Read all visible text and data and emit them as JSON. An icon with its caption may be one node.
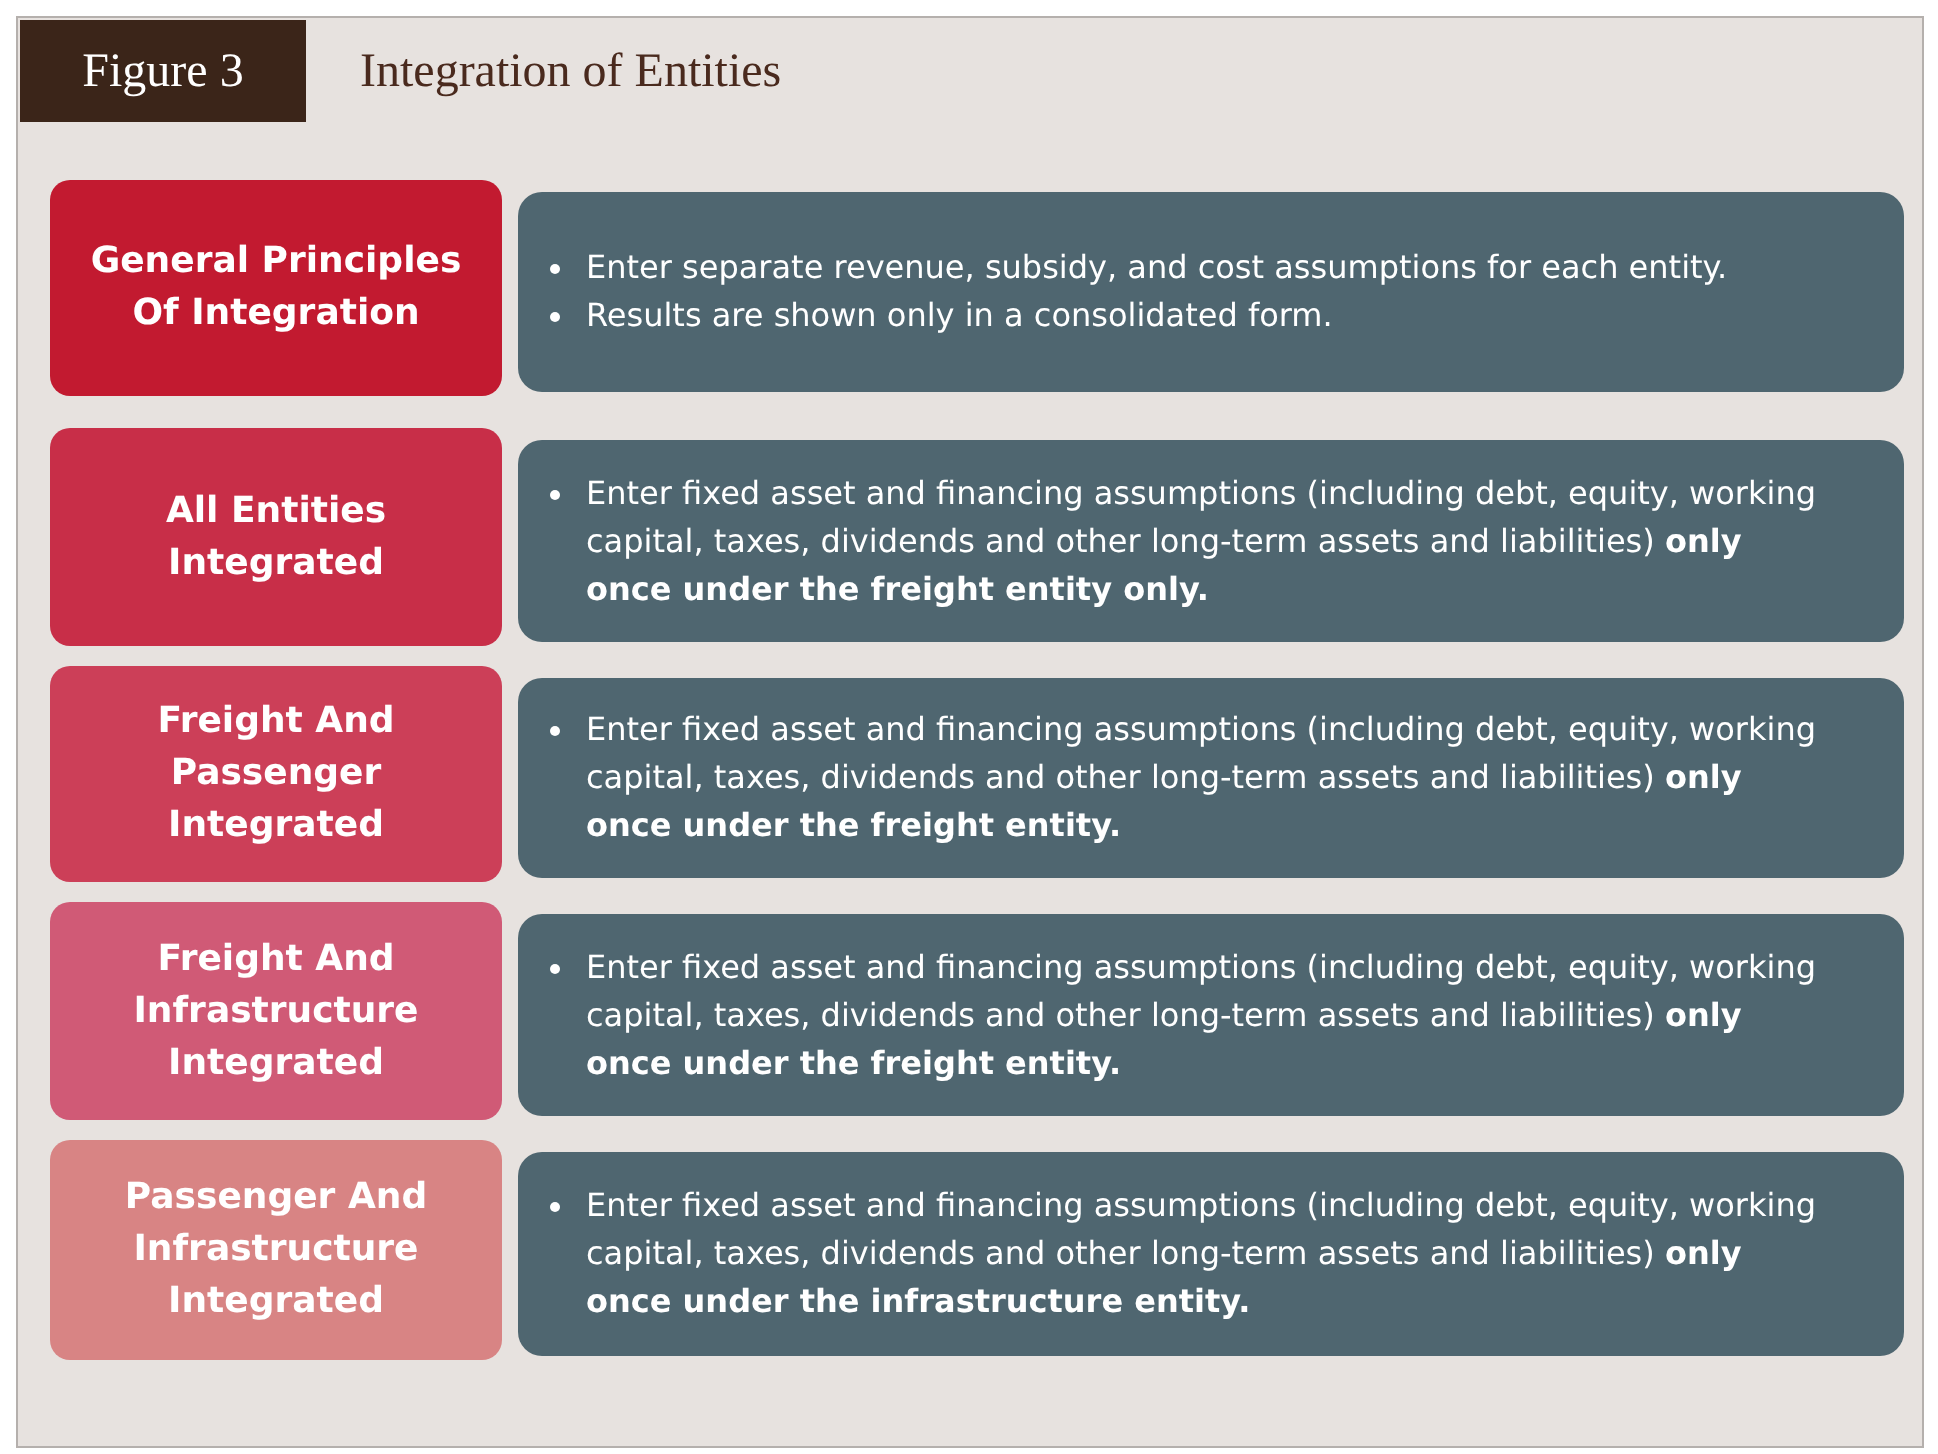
{
  "diagram": {
    "title": "Integration of Entities",
    "nodes": [
      {
        "text": [
          "Figure 3"
        ]
      },
      {
        "text": [
          "General Principles Of Integration"
        ]
      },
      {
        "text": [
          "Enter separate revenue, subsidy, and cost assumptions for each entity.",
          "Results are shown only in a consolidated form."
        ]
      },
      {
        "text": [
          "All Entities Integrated"
        ]
      },
      {
        "text": [
          "Enter fixed asset and financing assumptions (including debt, equity, working capital, taxes, dividends and other long-term assets and liabilities) **only once under the freight entity only.**"
        ]
      },
      {
        "text": [
          "Freight And Passenger Integrated"
        ]
      },
      {
        "text": [
          "Enter fixed asset and financing assumptions (including debt, equity, working capital, taxes, dividends and other long-term assets and liabilities) **only once under the freight entity.**"
        ]
      },
      {
        "text": [
          "Freight And Infrastructure Integrated"
        ]
      },
      {
        "text": [
          "Enter fixed asset and financing assumptions (including debt, equity, working capital, taxes, dividends and other long-term assets and liabilities) **only once under the freight entity.**"
        ]
      },
      {
        "text": [
          "Passenger And Infrastructure Integrated"
        ]
      },
      {
        "text": [
          "Enter fixed asset and financing assumptions (including debt, equity, working capital, taxes, dividends and other long-term assets and liabilities) **only once under the infrastructure entity.**"
        ]
      }
    ]
  }
}
